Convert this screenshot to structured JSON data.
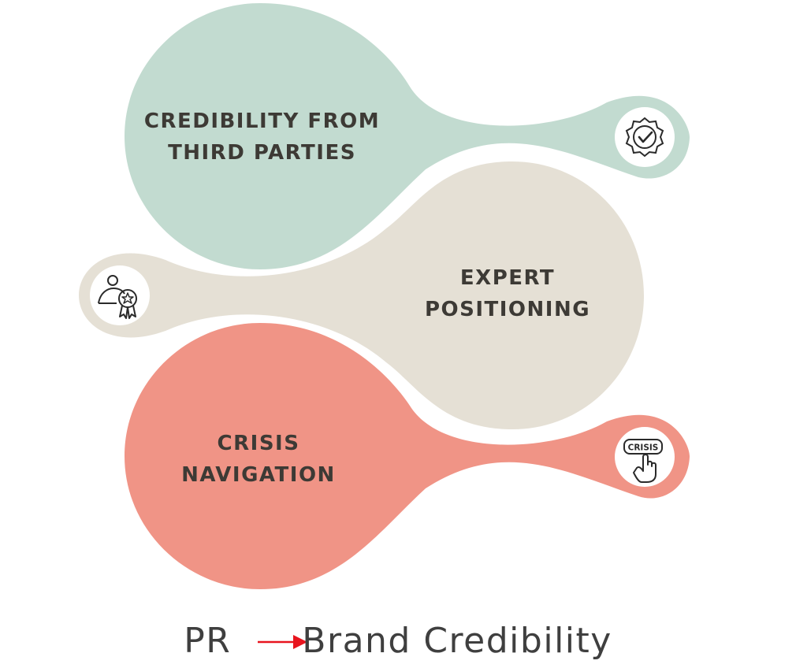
{
  "items": [
    {
      "lines": [
        "CREDIBILITY FROM",
        "THIRD PARTIES"
      ],
      "icon": "verified-badge-icon",
      "color": "#c2dbd0"
    },
    {
      "lines": [
        "EXPERT",
        "POSITIONING"
      ],
      "icon": "person-award-icon",
      "color": "#e5e0d5"
    },
    {
      "lines": [
        "CRISIS",
        "NAVIGATION"
      ],
      "icon": "crisis-button-press-icon",
      "icon_text": "CRISIS",
      "color": "#f09486"
    }
  ],
  "footer": {
    "left": "PR",
    "right": "Brand Credibility",
    "arrow_color": "#e8141e"
  },
  "text_color": "#3d3a35"
}
